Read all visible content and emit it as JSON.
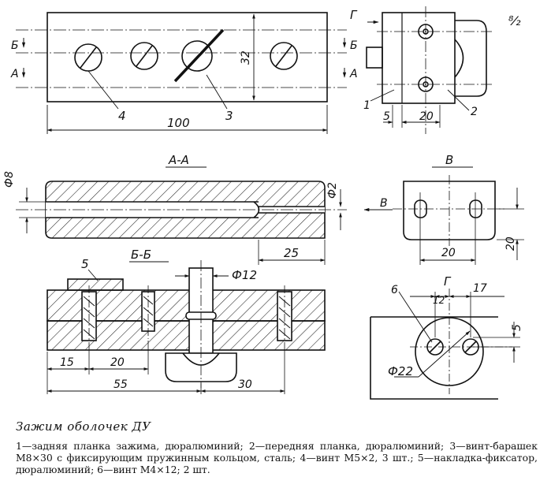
{
  "page_marker": "⁸⁄₂",
  "views": {
    "top": {
      "dim_length": "100",
      "dim_height": "32",
      "section_b": "Б",
      "section_a": "А",
      "callouts": [
        "4",
        "3"
      ]
    },
    "side_g": {
      "view_letter": "Г",
      "dim_5": "5",
      "dim_20": "20",
      "callouts": [
        "1",
        "2"
      ]
    },
    "section_aa": {
      "title": "А-А",
      "dim_dia8": "Ф8",
      "dim_dia2": "Ф2",
      "dim_25": "25",
      "view_arrow": "В"
    },
    "view_b": {
      "title": "В",
      "dim_20_h": "20",
      "dim_20_v": "20"
    },
    "section_bb": {
      "title": "Б-Б",
      "callout": "5",
      "dim_dia12": "Ф12",
      "dim_15": "15",
      "dim_20": "20",
      "dim_55": "55",
      "dim_30": "30"
    },
    "view_g": {
      "title": "Г",
      "callout": "6",
      "dim_12": "12",
      "dim_17": "17",
      "dim_5": "5",
      "dim_dia22": "Ф22"
    }
  },
  "caption": {
    "title": "Зажим оболочек ДУ",
    "text": "1—задняя планка зажима, дюралюминий; 2—передняя планка, дюралюминий; 3—винт-барашек М8×30 с фиксирующим пружинным кольцом, сталь; 4—винт М5×2, 3 шт.; 5—накладка-фиксатор, дюралюминий; 6—винт М4×12; 2 шт."
  }
}
